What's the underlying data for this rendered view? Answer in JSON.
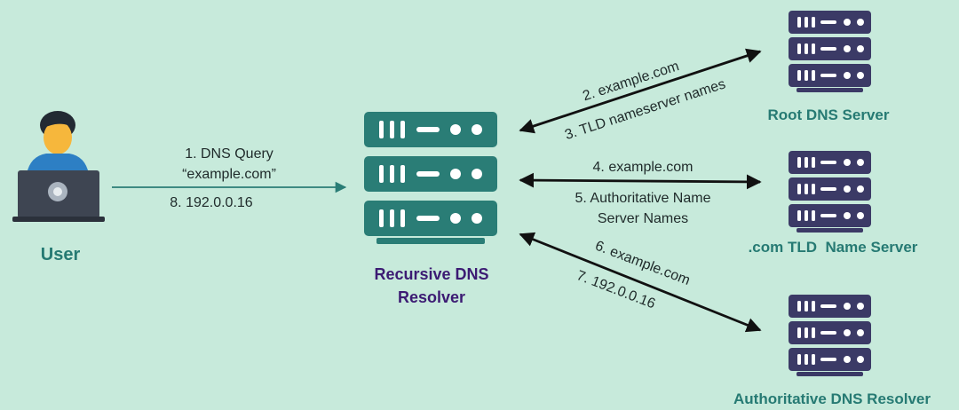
{
  "colors": {
    "background": "#c7eadb",
    "resolver_teal": "#2a7d76",
    "server_navy": "#3b3a66",
    "user_label": "#267a73",
    "resolver_label": "#3c1b73",
    "server_label": "#267a73",
    "arrow_black": "#111111",
    "text_dark": "#1f2a2a"
  },
  "nodes": {
    "user": {
      "label": "User",
      "icon": "laptop-user-icon"
    },
    "resolver": {
      "label_line1": "Recursive DNS",
      "label_line2": "Resolver",
      "icon": "server-rack-icon"
    },
    "root": {
      "label": "Root DNS Server",
      "icon": "server-rack-icon"
    },
    "tld": {
      "label": ".com TLD  Name Server",
      "icon": "server-rack-icon"
    },
    "auth": {
      "label": "Authoritative DNS Resolver",
      "icon": "server-rack-icon"
    }
  },
  "steps": {
    "step1_line1": "1. DNS Query",
    "step1_line2": "“example.com”",
    "step8": "8. 192.0.0.16",
    "step2": "2. example.com",
    "step3": "3. TLD nameserver names",
    "step4": "4. example.com",
    "step5_line1": "5. Authoritative Name",
    "step5_line2": "Server Names",
    "step6": "6. example.com",
    "step7": "7. 192.0.0.16"
  }
}
